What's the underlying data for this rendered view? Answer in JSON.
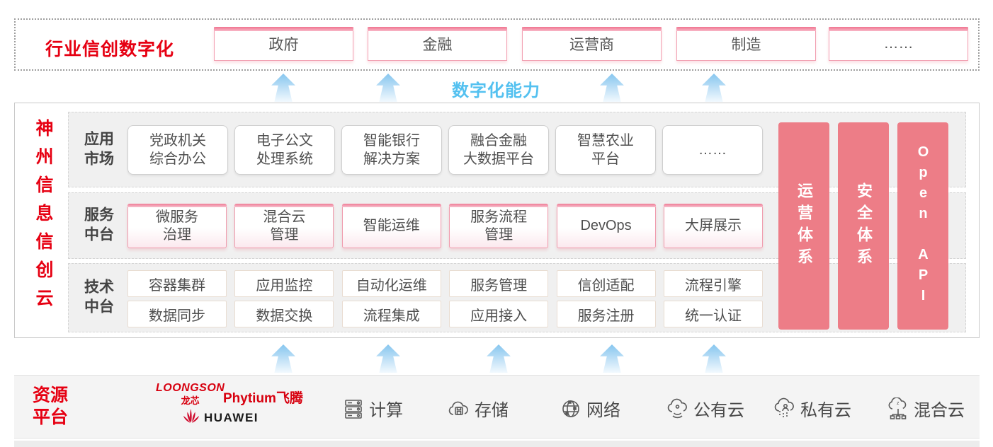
{
  "top_banner": {
    "title": "行业信创数字化",
    "industries": [
      "政府",
      "金融",
      "运营商",
      "制造",
      "……"
    ]
  },
  "capability": {
    "label": "数字化能力"
  },
  "platform": {
    "title": "神州信息信创云",
    "rows": [
      {
        "label": "应用\n市场",
        "items": [
          "党政机关\n综合办公",
          "电子公文\n处理系统",
          "智能银行\n解决方案",
          "融合金融\n大数据平台",
          "智慧农业\n平台",
          "……"
        ]
      },
      {
        "label": "服务\n中台",
        "items": [
          "微服务\n治理",
          "混合云\n管理",
          "智能运维",
          "服务流程\n管理",
          "DevOps",
          "大屏展示"
        ]
      },
      {
        "label": "技术\n中台",
        "items_top": [
          "容器集群",
          "应用监控",
          "自动化运维",
          "服务管理",
          "信创适配",
          "流程引擎"
        ],
        "items_bottom": [
          "数据同步",
          "数据交换",
          "流程集成",
          "应用接入",
          "服务注册",
          "统一认证"
        ]
      }
    ],
    "pillars": [
      "运营体系",
      "安全体系",
      "Open API"
    ]
  },
  "resources": {
    "title": "资源\n平台",
    "vendors": {
      "loongson_en": "LOONGSON",
      "loongson_cn": "龙芯",
      "phytium": "Phytium飞腾",
      "huawei": "HUAWEI"
    },
    "items": [
      {
        "icon": "server-icon",
        "label": "计算"
      },
      {
        "icon": "storage-cloud-icon",
        "label": "存储"
      },
      {
        "icon": "network-icon",
        "label": "网络"
      },
      {
        "icon": "public-cloud-icon",
        "label": "公有云"
      },
      {
        "icon": "private-cloud-icon",
        "label": "私有云"
      },
      {
        "icon": "hybrid-cloud-icon",
        "label": "混合云"
      }
    ]
  },
  "colors": {
    "accent_red": "#e60012",
    "pillar_pink": "#ed7d87",
    "capability_blue": "#54c1f0"
  }
}
